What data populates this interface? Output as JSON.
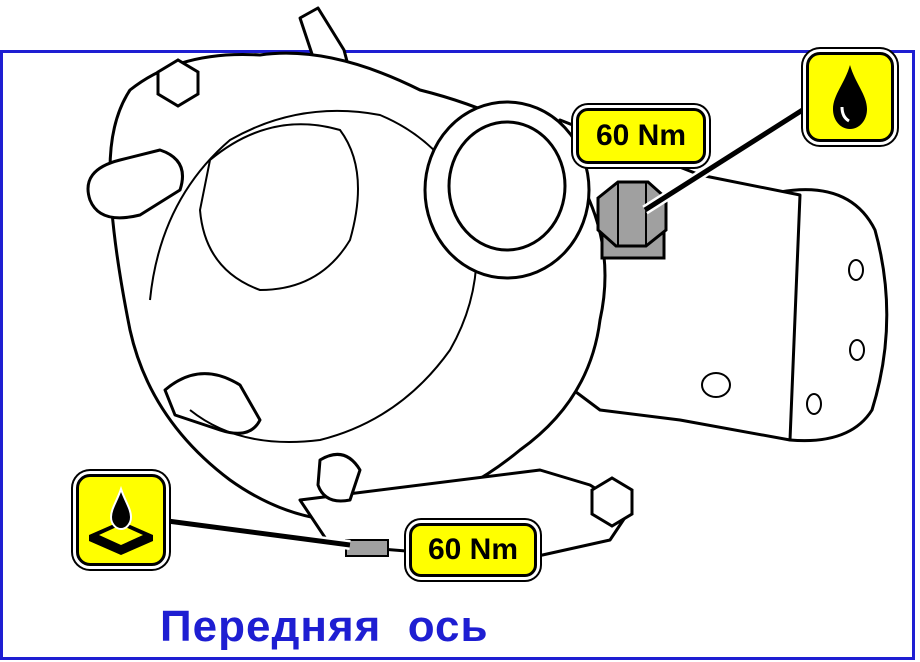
{
  "caption": "Передняя  ось",
  "torque_top": "60 Nm",
  "torque_bottom": "60 Nm",
  "icons": {
    "top_right": "oil-drop-icon",
    "bottom_left": "sealant-icon"
  },
  "colors": {
    "frame": "#1e1ed2",
    "caption": "#1e1ed2",
    "label_fill": "#ffff00",
    "plug_fill": "#a0a0a0"
  }
}
